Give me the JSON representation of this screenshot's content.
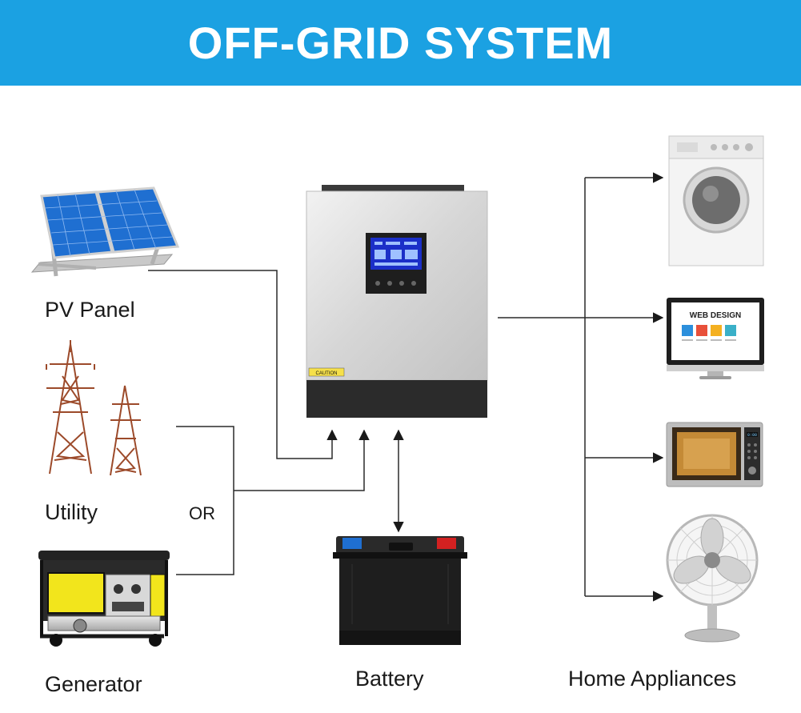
{
  "banner": {
    "title": "OFF-GRID SYSTEM",
    "color": "#1ba1e2"
  },
  "labels": {
    "pv_panel": "PV Panel",
    "utility": "Utility",
    "or": "OR",
    "generator": "Generator",
    "battery": "Battery",
    "home_appliances": "Home Appliances"
  },
  "screens": {
    "monitor_heading": "WEB DESIGN",
    "caution": "CAUTION",
    "microwave_clock": "0:00"
  },
  "colors": {
    "solar_cell": "#1f6fd1",
    "generator_yellow": "#f2e51c",
    "tower_rust": "#9c4a2a",
    "inverter_face": "#d9d9d9",
    "inverter_base": "#2b2b2b",
    "battery_body": "#1e1e1e",
    "terminal_positive": "#d32121",
    "terminal_negative": "#1f6fd1",
    "line": "#2a2a2a"
  },
  "icons": [
    "solar-panel-icon",
    "power-tower-icon",
    "generator-icon",
    "inverter-icon",
    "battery-icon",
    "washing-machine-icon",
    "monitor-icon",
    "microwave-icon",
    "fan-icon"
  ]
}
